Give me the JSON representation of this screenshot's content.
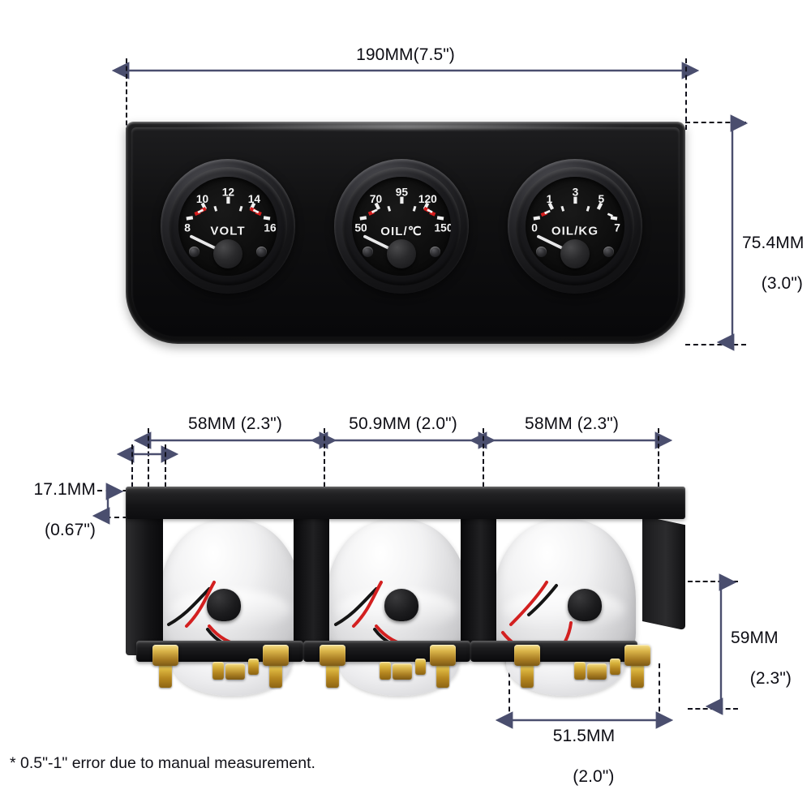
{
  "product": {
    "kind": "triple-gauge-panel",
    "gauges": [
      {
        "id": "volt",
        "label": "VOLT",
        "ticks": [
          "8",
          "10",
          "12",
          "14",
          "16"
        ],
        "red_zones": "low-and-high"
      },
      {
        "id": "oil-temp",
        "label": "OIL/℃",
        "ticks": [
          "50",
          "70",
          "95",
          "120",
          "150"
        ],
        "red_zones": "low-and-high"
      },
      {
        "id": "oil-pressure",
        "label": "OIL/KG",
        "ticks": [
          "0",
          "1",
          "3",
          "5",
          "7"
        ],
        "red_zones": "low"
      }
    ]
  },
  "dimensions": {
    "overall_width": "190MM(7.5\")",
    "overall_height_line1": "75.4MM",
    "overall_height_line2": "(3.0\")",
    "bracket_lip_line1": "17.1MM",
    "bracket_lip_line2": "(0.67\")",
    "spacing_left": "58MM (2.3\")",
    "spacing_center": "50.9MM (2.0\")",
    "spacing_right": "58MM (2.3\")",
    "depth_line1": "59MM",
    "depth_line2": "(2.3\")",
    "gauge_body_line1": "51.5MM",
    "gauge_body_line2": "(2.0\")"
  },
  "footnote": "* 0.5\"-1\" error due to manual measurement.",
  "colors": {
    "dimension_line": "#4a4e6e",
    "dimension_text": "#0d0d14",
    "extension_line": "#11111c",
    "gauge_red_zone": "#d51c1c",
    "gauge_tick": "#f0f0f0",
    "gauge_face": "#0d0d0d",
    "panel_black": "#121213",
    "background": "#ffffff"
  }
}
